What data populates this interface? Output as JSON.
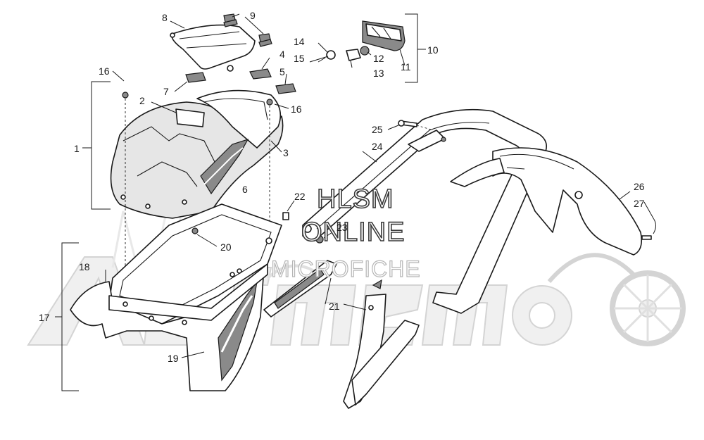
{
  "callouts": [
    {
      "label": "1"
    },
    {
      "label": "2"
    },
    {
      "label": "3"
    },
    {
      "label": "4"
    },
    {
      "label": "5"
    },
    {
      "label": "7"
    },
    {
      "label": "8"
    },
    {
      "label": "9"
    },
    {
      "label": "10"
    },
    {
      "label": "11"
    },
    {
      "label": "12"
    },
    {
      "label": "13"
    },
    {
      "label": "14"
    },
    {
      "label": "15"
    },
    {
      "label": "16"
    },
    {
      "label": "16"
    },
    {
      "label": "6"
    },
    {
      "label": "17"
    },
    {
      "label": "18"
    },
    {
      "label": "19"
    },
    {
      "label": "20"
    },
    {
      "label": "21"
    },
    {
      "label": "22"
    },
    {
      "label": "23"
    },
    {
      "label": "24"
    },
    {
      "label": "25"
    },
    {
      "label": "26"
    },
    {
      "label": "27"
    }
  ],
  "watermark": {
    "line1": "HLSM",
    "line2": "ONLINE",
    "line3": "MICROFICHE",
    "brand": "ActiveEmo"
  },
  "colors": {
    "ink": "#1a1a1a",
    "watermark_fill": "#f0f0f0",
    "watermark_stroke": "#d4d4d4"
  }
}
